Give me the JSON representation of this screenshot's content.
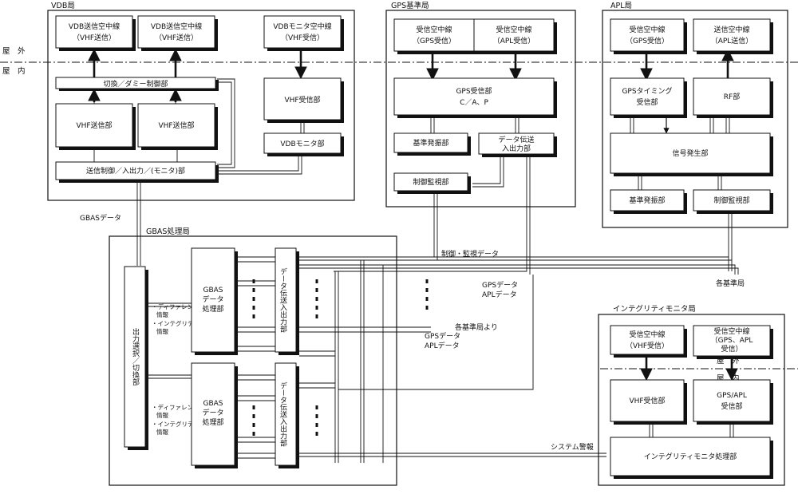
{
  "stations": {
    "vdb": {
      "title": "VDB局",
      "antenna_tx1": [
        "VDB送信空中線",
        "（VHF送信）"
      ],
      "antenna_tx2": [
        "VDB送信空中線",
        "（VHF送信）"
      ],
      "antenna_monitor": [
        "VDBモニタ空中線",
        "（VHF受信）"
      ],
      "switch_unit": "切換／ダミー制御部",
      "tx1": "VHF送信部",
      "tx2": "VHF送信部",
      "rx": "VHF受信部",
      "monitor": "VDBモニタ部",
      "control": "送信制御／入出力／(モニタ)部"
    },
    "gps": {
      "title": "GPS基準局",
      "antenna_gps": [
        "受信空中線",
        "（GPS受信）"
      ],
      "antenna_apl": [
        "受信空中線",
        "（APL受信）"
      ],
      "receiver": [
        "GPS受信部",
        "C／A、P"
      ],
      "oscillator": "基準発振部",
      "data_io": [
        "データ伝送",
        "入出力部"
      ],
      "supervisor": "制御監視部"
    },
    "apl": {
      "title": "APL局",
      "antenna_rx": [
        "受信空中線",
        "（GPS受信）"
      ],
      "antenna_tx": [
        "送信空中線",
        "（APL送信）"
      ],
      "timing": [
        "GPSタイミング",
        "受信部"
      ],
      "rf": "RF部",
      "signal_gen": "信号発生部",
      "oscillator": "基準発振部",
      "supervisor": "制御監視部"
    },
    "gbas": {
      "title": "GBAS処理局",
      "selector": "出力選択／切換部",
      "proc1": [
        "GBAS",
        "データ",
        "処理部"
      ],
      "proc2": [
        "GBAS",
        "データ",
        "処理部"
      ],
      "io1": "データ伝送入出力部",
      "io2": "データ伝送入出力部",
      "info1": [
        "・ディファレンシャル",
        "情報",
        "・インテグリティ",
        "情報"
      ],
      "info2": [
        "・ディファレンシャル",
        "情報",
        "・インテグリティ",
        "情報"
      ]
    },
    "integrity": {
      "title": "インテグリティモニタ局",
      "antenna_vhf": [
        "受信空中線",
        "（VHF受信）"
      ],
      "antenna_gps": [
        "受信空中線",
        "（GPS、APL",
        "受信）"
      ],
      "vhf_rx": "VHF受信部",
      "gps_rx": [
        "GPS/APL",
        "受信部"
      ],
      "processor": "インテグリティモニタ処理部"
    }
  },
  "labels": {
    "outdoor": "屋　外",
    "indoor": "屋　内",
    "gbas_data": "GBASデータ",
    "control_monitor_data": "制御・監視データ",
    "gps_apl_data_right": [
      "GPSデータ",
      "APLデータ"
    ],
    "from_stations": "各基準局より",
    "gps_apl_data_mid": [
      "GPSデータ",
      "APLデータ"
    ],
    "to_stations": "各基準局",
    "system_alarm": "システム警報"
  }
}
